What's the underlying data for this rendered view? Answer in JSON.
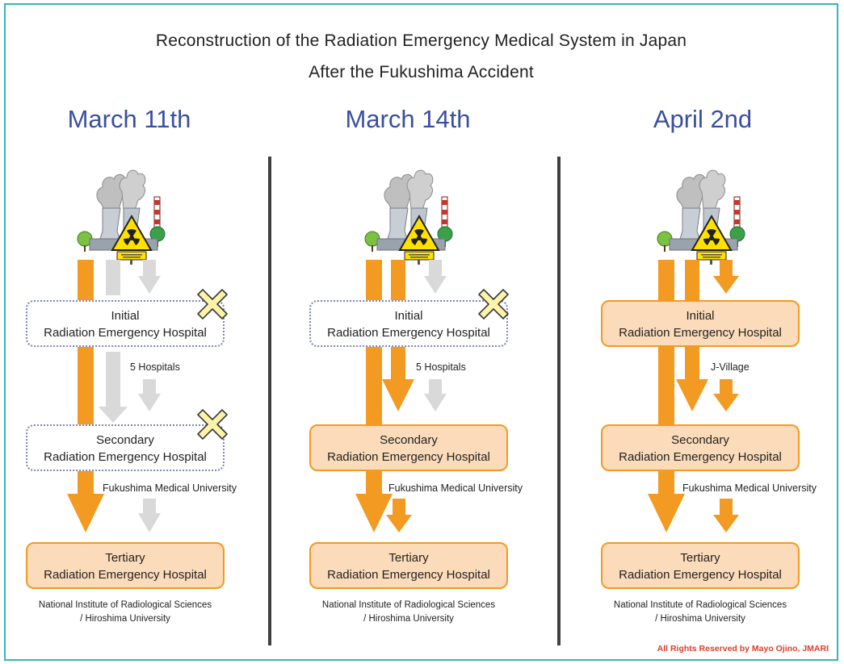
{
  "title_line1": "Reconstruction of the Radiation Emergency Medical System in Japan",
  "title_line2": "After the Fukushima Accident",
  "columns": [
    {
      "heading": "March 11th",
      "initial": {
        "line1": "Initial",
        "line2": "Radiation Emergency Hospital",
        "status": "disabled"
      },
      "initial_to_secondary_label": "5 Hospitals",
      "secondary": {
        "line1": "Secondary",
        "line2": "Radiation Emergency Hospital",
        "status": "disabled"
      },
      "secondary_to_tertiary_label": "Fukushima Medical University",
      "tertiary": {
        "line1": "Tertiary",
        "line2": "Radiation Emergency Hospital",
        "status": "active"
      },
      "tertiary_note_line1": "National Institute of Radiological Sciences",
      "tertiary_note_line2": "/ Hiroshima University"
    },
    {
      "heading": "March 14th",
      "initial": {
        "line1": "Initial",
        "line2": "Radiation Emergency Hospital",
        "status": "disabled"
      },
      "initial_to_secondary_label": "5 Hospitals",
      "secondary": {
        "line1": "Secondary",
        "line2": "Radiation Emergency Hospital",
        "status": "active"
      },
      "secondary_to_tertiary_label": "Fukushima Medical University",
      "tertiary": {
        "line1": "Tertiary",
        "line2": "Radiation Emergency Hospital",
        "status": "active"
      },
      "tertiary_note_line1": "National Institute of Radiological Sciences",
      "tertiary_note_line2": "/ Hiroshima University"
    },
    {
      "heading": "April 2nd",
      "initial": {
        "line1": "Initial",
        "line2": "Radiation Emergency Hospital",
        "status": "active"
      },
      "initial_to_secondary_label": "J-Village",
      "secondary": {
        "line1": "Secondary",
        "line2": "Radiation Emergency Hospital",
        "status": "active"
      },
      "secondary_to_tertiary_label": "Fukushima Medical University",
      "tertiary": {
        "line1": "Tertiary",
        "line2": "Radiation Emergency Hospital",
        "status": "active"
      },
      "tertiary_note_line1": "National Institute of Radiological Sciences",
      "tertiary_note_line2": "/ Hiroshima University"
    }
  ],
  "copyright": "All Rights Reserved by Mayo Ojino, JMARI",
  "colors": {
    "border": "#36b6b8",
    "heading": "#3a4f9d",
    "active_arrow": "#f29a21",
    "inactive_arrow": "#d9d9d9",
    "active_box_fill": "#fbdbb9",
    "disabled_box_border": "#7e84b8",
    "copyright": "#e23b2b"
  }
}
